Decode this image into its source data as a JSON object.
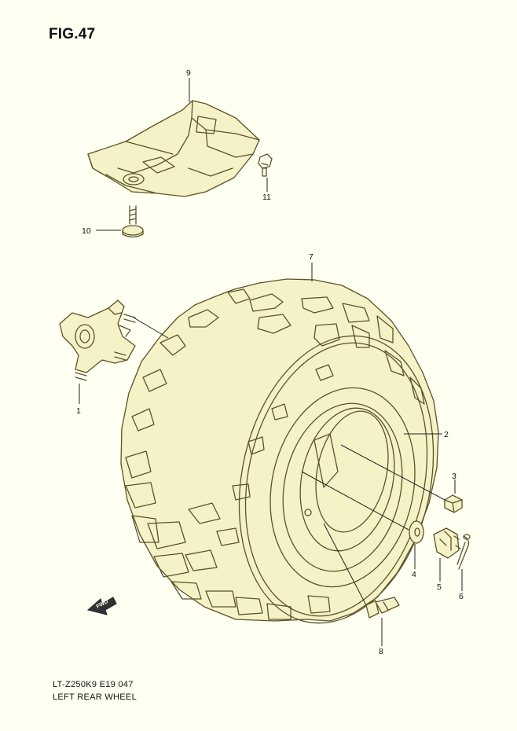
{
  "figure": {
    "title": "FIG.47",
    "code": "LT-Z250K9 E19  047",
    "name": "LEFT REAR WHEEL"
  },
  "callouts": [
    "1",
    "2",
    "3",
    "4",
    "5",
    "6",
    "7",
    "8",
    "9",
    "10",
    "11"
  ],
  "parts": {
    "p1": "hub",
    "p2": "wheel-rim",
    "p3": "nut",
    "p4": "washer",
    "p5": "castle-nut",
    "p6": "cotter-pin",
    "p7": "tire",
    "p8": "valve",
    "p9": "guard",
    "p10": "bolt",
    "p11": "bolt"
  },
  "direction_arrow": "FWD",
  "colors": {
    "ink": "#5a5326",
    "paper": "#fffff2",
    "part_fill": "#f6f2c7"
  }
}
